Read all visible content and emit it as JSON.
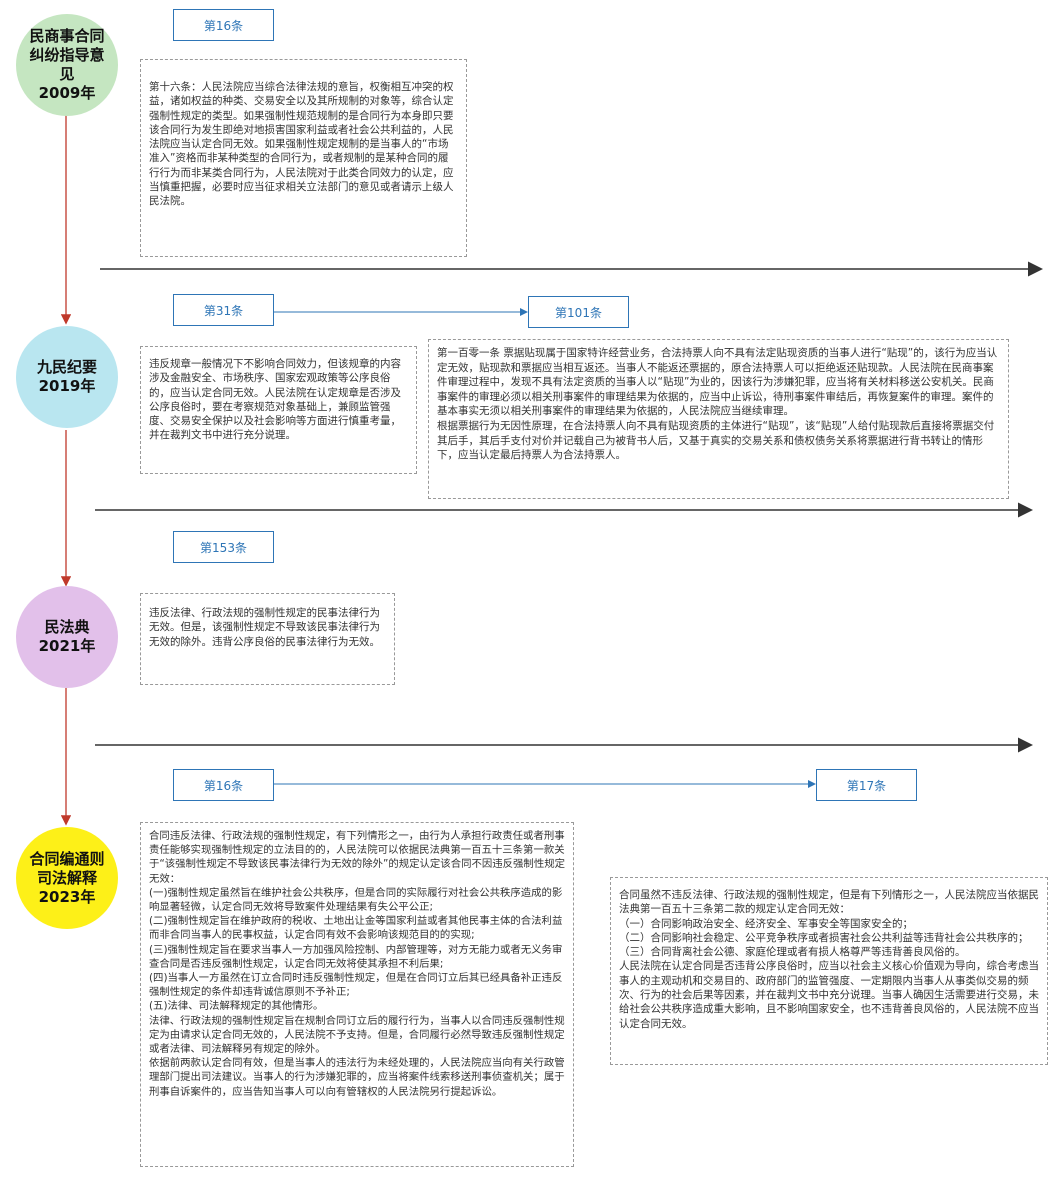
{
  "eras": [
    {
      "title": "民商事合同\n纠纷指导意\n见\n2009年",
      "color": "#c5e6c1"
    },
    {
      "title": "九民纪要\n2019年",
      "color": "#b9e6f0"
    },
    {
      "title": "民法典\n2021年",
      "color": "#e2c0ea"
    },
    {
      "title": "合同编通则\n司法解释\n2023年",
      "color": "#fdf018"
    }
  ],
  "articles": {
    "a1": "第16条",
    "a2": "第31条",
    "a3": "第101条",
    "a4": "第153条",
    "a5": "第16条",
    "a6": "第17条"
  },
  "notes": {
    "n1": "第十六条：人民法院应当综合法律法规的意旨，权衡相互冲突的权益，诸如权益的种类、交易安全以及其所规制的对象等，综合认定强制性规定的类型。如果强制性规范规制的是合同行为本身即只要该合同行为发生即绝对地损害国家利益或者社会公共利益的，人民法院应当认定合同无效。如果强制性规定规制的是当事人的“市场准入”资格而非某种类型的合同行为，或者规制的是某种合同的履行行为而非某类合同行为，人民法院对于此类合同效力的认定，应当慎重把握，必要时应当征求相关立法部门的意见或者请示上级人民法院。",
    "n2": "违反规章一般情况下不影响合同效力，但该规章的内容涉及金融安全、市场秩序、国家宏观政策等公序良俗的，应当认定合同无效。人民法院在认定规章是否涉及公序良俗时，要在考察规范对象基础上，兼顾监管强度、交易安全保护以及社会影响等方面进行慎重考量，并在裁判文书中进行充分说理。",
    "n3": "第一百零一条 票据贴现属于国家特许经营业务，合法持票人向不具有法定贴现资质的当事人进行“贴现”的，该行为应当认定无效，贴现款和票据应当相互返还。当事人不能返还票据的，原合法持票人可以拒绝返还贴现款。人民法院在民商事案件审理过程中，发现不具有法定资质的当事人以“贴现”为业的，因该行为涉嫌犯罪，应当将有关材料移送公安机关。民商事案件的审理必须以相关刑事案件的审理结果为依据的，应当中止诉讼，待刑事案件审结后，再恢复案件的审理。案件的基本事实无须以相关刑事案件的审理结果为依据的，人民法院应当继续审理。\n根据票据行为无因性原理，在合法持票人向不具有贴现资质的主体进行“贴现”，该“贴现”人给付贴现款后直接将票据交付其后手，其后手支付对价并记载自己为被背书人后，又基于真实的交易关系和债权债务关系将票据进行背书转让的情形下，应当认定最后持票人为合法持票人。",
    "n4": "违反法律、行政法规的强制性规定的民事法律行为无效。但是，该强制性规定不导致该民事法律行为无效的除外。违背公序良俗的民事法律行为无效。",
    "n5": " 合同违反法律、行政法规的强制性规定，有下列情形之一，由行为人承担行政责任或者刑事责任能够实现强制性规定的立法目的的，人民法院可以依据民法典第一百五十三条第一款关于“该强制性规定不导致该民事法律行为无效的除外”的规定认定该合同不因违反强制性规定无效：\n(一)强制性规定虽然旨在维护社会公共秩序，但是合同的实际履行对社会公共秩序造成的影响显著轻微，认定合同无效将导致案件处理结果有失公平公正;\n(二)强制性规定旨在维护政府的税收、土地出让金等国家利益或者其他民事主体的合法利益而非合同当事人的民事权益，认定合同有效不会影响该规范目的的实现;\n(三)强制性规定旨在要求当事人一方加强风险控制、内部管理等，对方无能力或者无义务审查合同是否违反强制性规定，认定合同无效将使其承担不利后果;\n(四)当事人一方虽然在订立合同时违反强制性规定，但是在合同订立后其已经具备补正违反强制性规定的条件却违背诚信原则不予补正;\n(五)法律、司法解释规定的其他情形。\n法律、行政法规的强制性规定旨在规制合同订立后的履行行为，当事人以合同违反强制性规定为由请求认定合同无效的，人民法院不予支持。但是，合同履行必然导致违反强制性规定或者法律、司法解释另有规定的除外。\n依据前两款认定合同有效，但是当事人的违法行为未经处理的，人民法院应当向有关行政管理部门提出司法建议。当事人的行为涉嫌犯罪的，应当将案件线索移送刑事侦查机关；属于刑事自诉案件的，应当告知当事人可以向有管辖权的人民法院另行提起诉讼。",
    "n6": "合同虽然不违反法律、行政法规的强制性规定，但是有下列情形之一，人民法院应当依据民法典第一百五十三条第二款的规定认定合同无效：\n（一）合同影响政治安全、经济安全、军事安全等国家安全的；\n（二）合同影响社会稳定、公平竞争秩序或者损害社会公共利益等违背社会公共秩序的；\n（三）合同背离社会公德、家庭伦理或者有损人格尊严等违背善良风俗的。\n人民法院在认定合同是否违背公序良俗时，应当以社会主义核心价值观为导向，综合考虑当事人的主观动机和交易目的、政府部门的监管强度、一定期限内当事人从事类似交易的频次、行为的社会后果等因素，并在裁判文书中充分说理。当事人确因生活需要进行交易，未给社会公共秩序造成重大影响，且不影响国家安全，也不违背善良风俗的，人民法院不应当认定合同无效。"
  },
  "colors": {
    "timeline_arrow": "#c0392b",
    "separator": "#333333",
    "article_border": "#2e75b6",
    "note_border": "#999999"
  }
}
